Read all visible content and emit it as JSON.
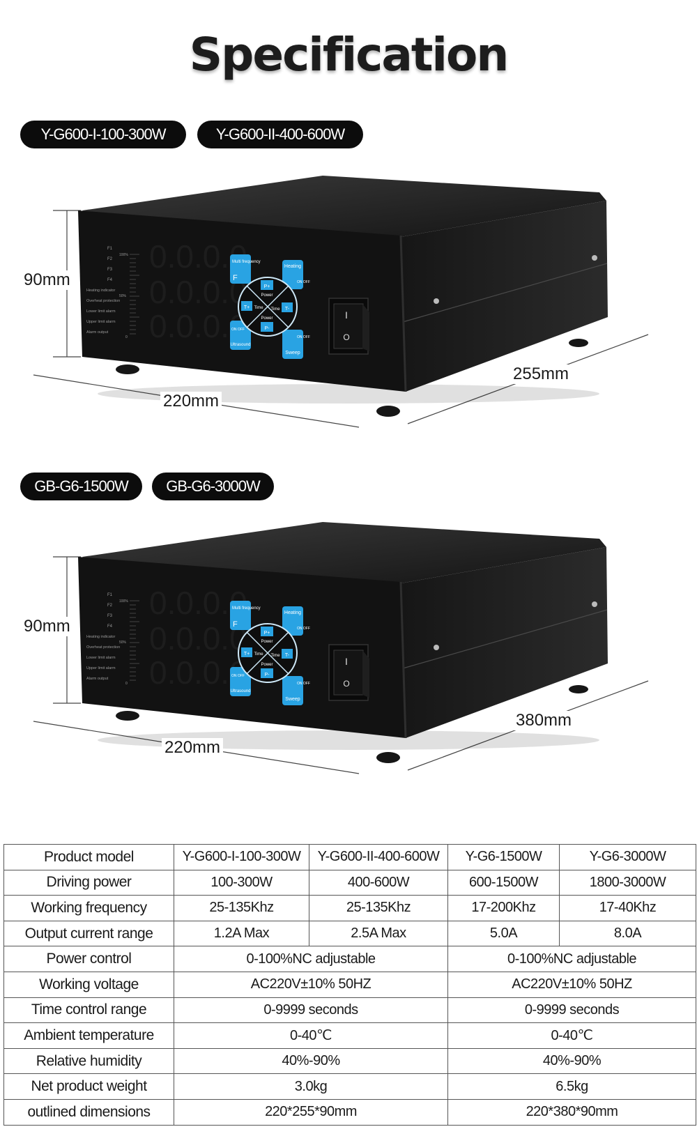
{
  "page": {
    "title": "Specification"
  },
  "group1": {
    "tags": [
      "Y-G600-I-100-300W",
      "Y-G600-II-400-600W"
    ],
    "dims": {
      "height": "90mm",
      "width": "220mm",
      "depth": "255mm"
    }
  },
  "group2": {
    "tags": [
      "GB-G6-1500W",
      "GB-G6-3000W"
    ],
    "dims": {
      "height": "90mm",
      "width": "220mm",
      "depth": "380mm"
    }
  },
  "panel": {
    "indicators": [
      "F1",
      "F2",
      "F3",
      "F4",
      "Heating indicator",
      "Overheat protection",
      "Lower limit alarm",
      "Upper limit alarm",
      "Alarm output"
    ],
    "scale": [
      "100%",
      "50%",
      "0"
    ],
    "digits": "0.0.0.0",
    "keys": {
      "multi_frequency": "Multi frequency",
      "f": "F",
      "heating": "Heating",
      "on_off": "ON OFF",
      "ultrasound": "Ultrasound",
      "sweep": "Sweep",
      "p_plus": "P+",
      "p_minus": "P-",
      "t_plus": "T+",
      "t_minus": "T-",
      "power": "Power",
      "time": "Time"
    },
    "switch": {
      "on": "I",
      "off": "O"
    }
  },
  "table": {
    "rows": [
      {
        "label": "Product model",
        "cells": [
          "Y-G600-I-100-300W",
          "Y-G600-II-400-600W",
          "Y-G6-1500W",
          "Y-G6-3000W"
        ]
      },
      {
        "label": "Driving power",
        "cells": [
          "100-300W",
          "400-600W",
          "600-1500W",
          "1800-3000W"
        ]
      },
      {
        "label": "Working frequency",
        "cells": [
          "25-135Khz",
          "25-135Khz",
          "17-200Khz",
          "17-40Khz"
        ]
      },
      {
        "label": "Output current range",
        "cells": [
          "1.2A  Max",
          "2.5A  Max",
          "5.0A",
          "8.0A"
        ]
      },
      {
        "label": "Power control",
        "cells": [
          "0-100%NC adjustable",
          "0-100%NC adjustable"
        ]
      },
      {
        "label": "Working voltage",
        "cells": [
          "AC220V±10% 50HZ",
          "AC220V±10% 50HZ"
        ]
      },
      {
        "label": "Time control range",
        "cells": [
          "0-9999 seconds",
          "0-9999 seconds"
        ]
      },
      {
        "label": "Ambient temperature",
        "cells": [
          "0-40℃",
          "0-40℃"
        ]
      },
      {
        "label": "Relative humidity",
        "cells": [
          "40%-90%",
          "40%-90%"
        ]
      },
      {
        "label": "Net product weight",
        "cells": [
          "3.0kg",
          "6.5kg"
        ]
      },
      {
        "label": "outlined dimensions",
        "cells": [
          "220*255*90mm",
          "220*380*90mm"
        ]
      }
    ]
  }
}
